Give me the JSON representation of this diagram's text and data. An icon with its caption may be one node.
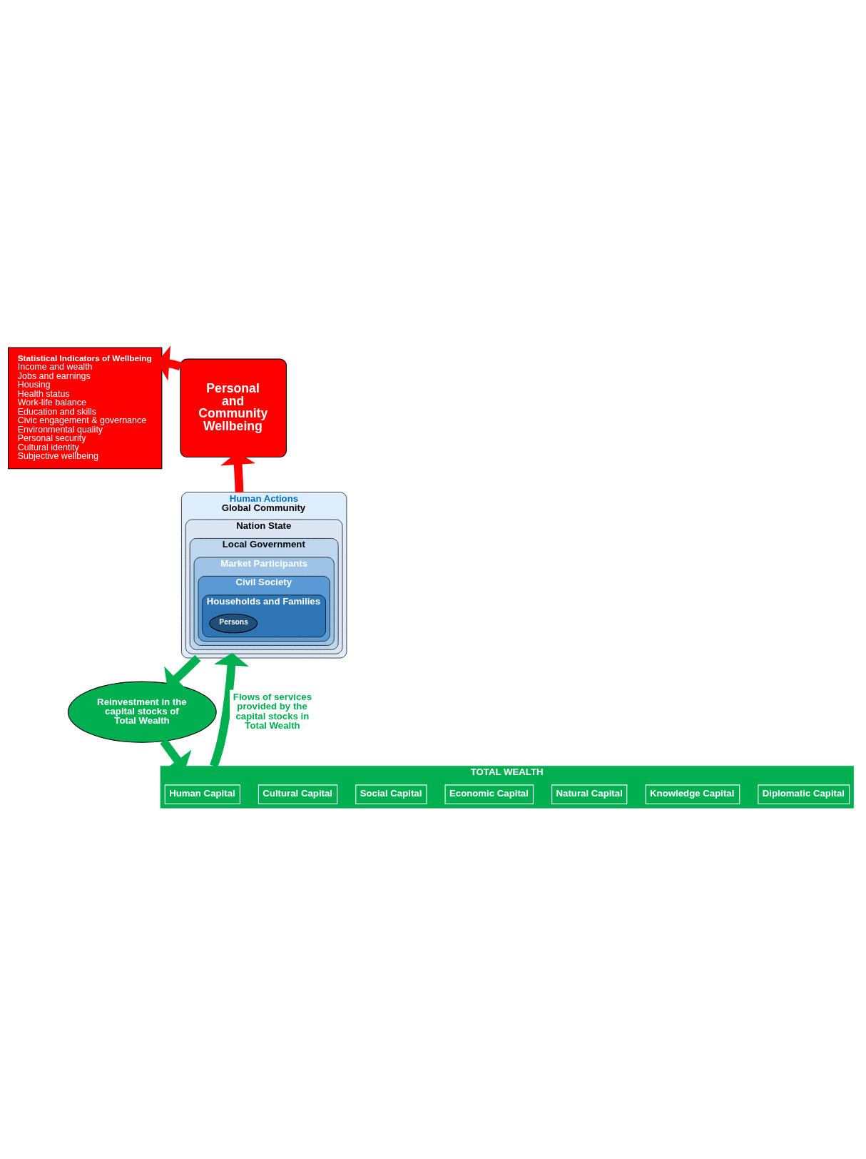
{
  "diagram": {
    "nodes": [
      {
        "text": [
          "Statistical Indicators of Wellbeing",
          "Income and wealth",
          "Jobs and earnings",
          "Housing",
          "Health status",
          "Work-life balance",
          "Education and skills",
          "Civic engagement & governance",
          "Environmental quality",
          "Personal security",
          "Cultural identity",
          "Subjective wellbeing"
        ]
      },
      {
        "text": [
          "Personal and Community Wellbeing"
        ]
      },
      {
        "text": [
          "Human Actions",
          "Global Community"
        ]
      },
      {
        "text": [
          "Nation State"
        ],
        "in": 2
      },
      {
        "text": [
          "Local Government"
        ],
        "in": 3
      },
      {
        "text": [
          "Market Participants"
        ],
        "in": 4
      },
      {
        "text": [
          "Civil Society"
        ],
        "in": 5
      },
      {
        "text": [
          "Households and Families"
        ],
        "in": 6
      },
      {
        "text": [
          "Persons"
        ],
        "in": 7
      },
      {
        "text": [
          "Reinvestment in the capital stocks of Total Wealth"
        ]
      },
      {
        "text": [
          "TOTAL WEALTH"
        ]
      },
      {
        "text": [
          "Human Capital"
        ],
        "in": 10
      },
      {
        "text": [
          "Cultural Capital"
        ],
        "in": 10
      },
      {
        "text": [
          "Social Capital"
        ],
        "in": 10
      },
      {
        "text": [
          "Economic Capital"
        ],
        "in": 10
      },
      {
        "text": [
          "Natural Capital"
        ],
        "in": 10
      },
      {
        "text": [
          "Knowledge Capital"
        ],
        "in": 10
      },
      {
        "text": [
          "Diplomatic Capital"
        ],
        "in": 10
      }
    ],
    "edges": [
      {
        "from": 1,
        "to": 0,
        "arrow": "to",
        "color": "#ff0000"
      },
      {
        "from": 2,
        "to": 1,
        "arrow": "to",
        "color": "#ff0000"
      },
      {
        "from": 2,
        "to": 9,
        "arrow": "to",
        "color": "#00b050"
      },
      {
        "from": 9,
        "to": 10,
        "arrow": "to",
        "color": "#00b050"
      },
      {
        "from": 10,
        "to": 2,
        "arrow": "to",
        "color": "#00b050",
        "label": "Flows of services provided by the capital stocks in Total Wealth"
      }
    ]
  }
}
